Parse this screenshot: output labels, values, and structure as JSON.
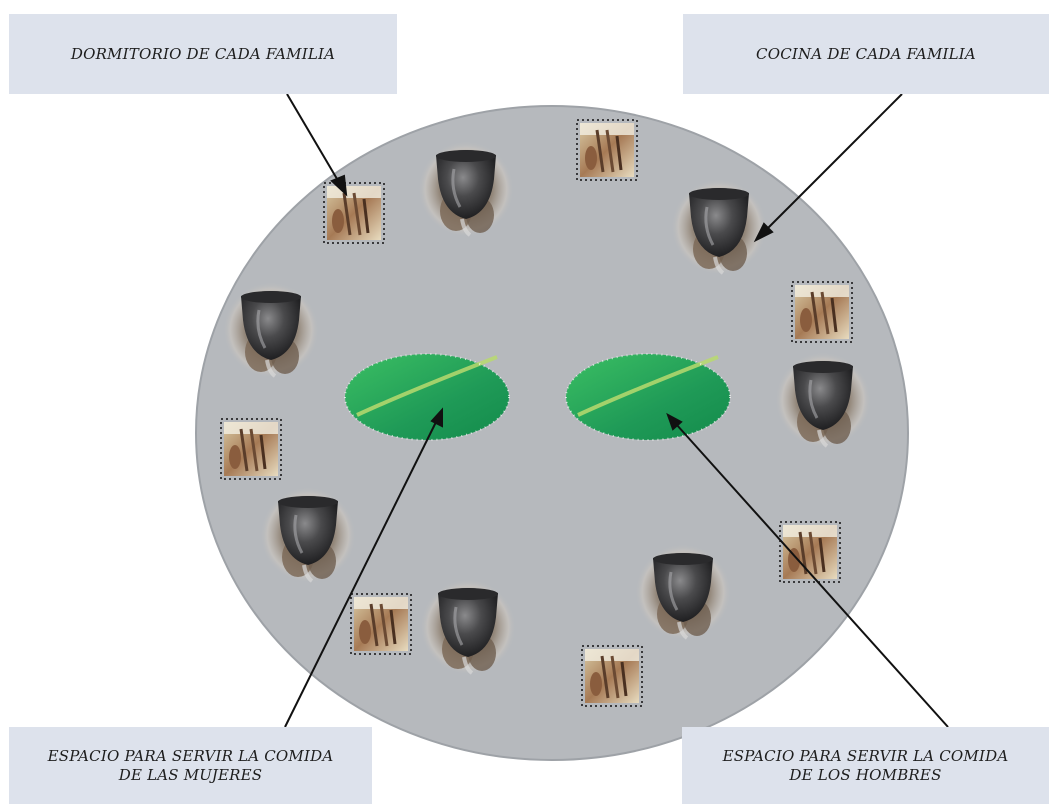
{
  "labels": {
    "top_left": "DORMITORIO DE CADA FAMILIA",
    "top_right": "COCINA DE CADA FAMILIA",
    "bottom_left_line1": "ESPACIO PARA SERVIR LA COMIDA",
    "bottom_left_line2": "DE LAS MUJERES",
    "bottom_right_line1": "ESPACIO PARA SERVIR LA COMIDA",
    "bottom_right_line2": "DE LOS HOMBRES"
  },
  "colors": {
    "floor": "#b6b9bd",
    "label_bg": "#dde2ec",
    "leaf": "#2fa85a",
    "pot": "#4a4a4c"
  },
  "icons": {
    "kitchen": "cooking-pot-icon",
    "bedroom": "bedroom-photo-icon",
    "serving_area": "banana-leaf-icon"
  }
}
